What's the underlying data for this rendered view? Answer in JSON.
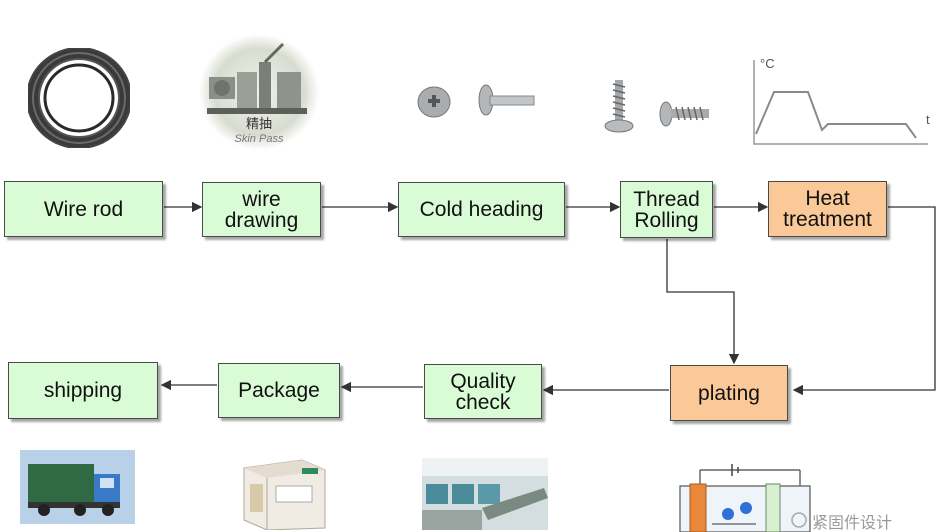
{
  "process": {
    "steps": [
      {
        "id": "wire-rod",
        "label": "Wire rod",
        "color": "#d9fbd5"
      },
      {
        "id": "wire-drawing",
        "label": "wire\ndrawing",
        "color": "#d9fbd5"
      },
      {
        "id": "cold-heading",
        "label": "Cold heading",
        "color": "#d9fbd5"
      },
      {
        "id": "thread-rolling",
        "label": "Thread\nRolling",
        "color": "#d9fbd5"
      },
      {
        "id": "heat-treatment",
        "label": "Heat\ntreatment",
        "color": "#fbc898"
      },
      {
        "id": "plating",
        "label": "plating",
        "color": "#fbc898"
      },
      {
        "id": "quality-check",
        "label": "Quality\ncheck",
        "color": "#d9fbd5"
      },
      {
        "id": "package",
        "label": "Package",
        "color": "#d9fbd5"
      },
      {
        "id": "shipping",
        "label": "shipping",
        "color": "#d9fbd5"
      }
    ]
  },
  "images": {
    "skin_pass_cn": "精抽",
    "skin_pass_en": "Skin Pass",
    "heat_axis_y": "°C",
    "heat_axis_x": "t",
    "package_box_text": "",
    "watermark": "紧固件设计"
  },
  "colors": {
    "step_green": "#d9fbd5",
    "step_orange": "#fbc898",
    "line": "#333333"
  },
  "icons": [
    "wire-coil-icon",
    "drawing-machine-icon",
    "screw-blank-icon",
    "threaded-screw-icon",
    "heat-curve-icon",
    "truck-icon",
    "package-box-icon",
    "inspection-line-icon",
    "plating-cell-icon"
  ]
}
